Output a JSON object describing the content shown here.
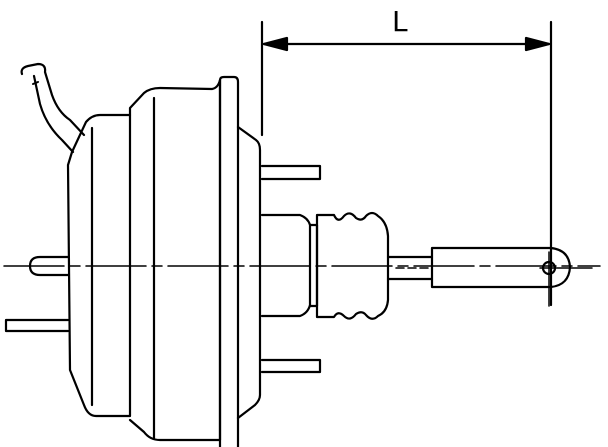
{
  "diagram": {
    "subject": "brake booster side view",
    "dimension_label": "L",
    "line_color": "#000000",
    "background": "#ffffff",
    "parts": [
      "vacuum-hose-nipple",
      "booster-shell",
      "mounting-studs",
      "master-cylinder-studs",
      "dust-boot",
      "push-rod",
      "clevis-fork",
      "centerline",
      "dimension-line-L"
    ]
  }
}
